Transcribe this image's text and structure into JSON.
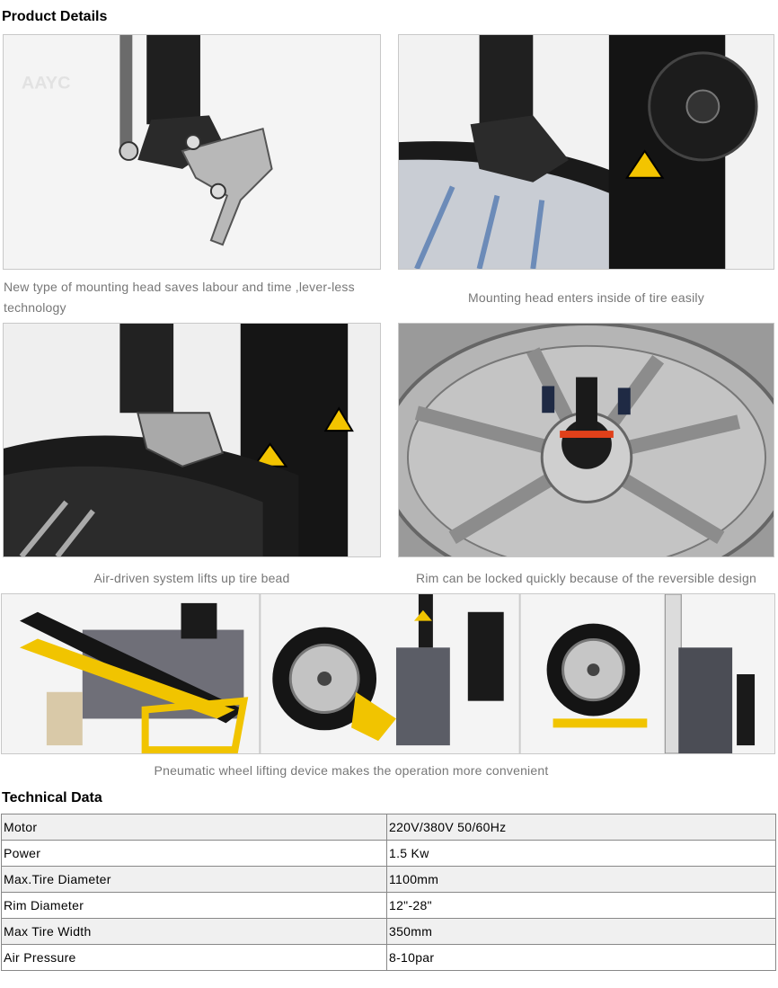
{
  "section_details_title": "Product Details",
  "watermark": "AAYC",
  "images": [
    {
      "icon": "mounting-head-photo",
      "caption": "New type of mounting head saves labour and time ,lever-less technology"
    },
    {
      "icon": "mounting-head-tire-photo",
      "caption": "Mounting head enters inside of tire easily"
    },
    {
      "icon": "tire-bead-lift-photo",
      "caption": "Air-driven system lifts up tire bead"
    },
    {
      "icon": "rim-lock-photo",
      "caption": "Rim can be locked quickly because of the reversible design"
    },
    {
      "icon": "wheel-lift-photo",
      "caption": "Pneumatic wheel lifting device makes the operation more convenient"
    }
  ],
  "section_tech_title": "Technical Data",
  "spec_rows": [
    {
      "label": "Motor",
      "value": "220V/380V 50/60Hz"
    },
    {
      "label": "Power",
      "value": "1.5 Kw"
    },
    {
      "label": "Max.Tire Diameter",
      "value": "1100mm"
    },
    {
      "label": "Rim Diameter",
      "value": "12\"-28\""
    },
    {
      "label": "Max Tire Width",
      "value": "350mm"
    },
    {
      "label": "Air Pressure",
      "value": "8-10par"
    }
  ],
  "colors": {
    "caption": "#777777",
    "border": "#888888",
    "row_alt": "#f0f0f0"
  }
}
